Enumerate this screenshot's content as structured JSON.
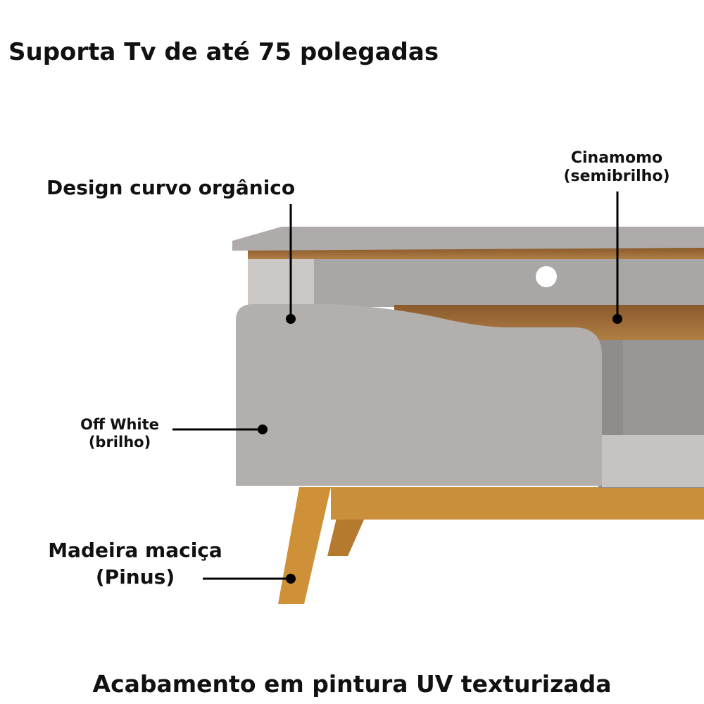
{
  "title": "Suporta Tv de até 75 polegadas",
  "labels": {
    "design": "Design curvo orgânico",
    "cinamomo_1": "Cinamomo",
    "cinamomo_2": "(semibrilho)",
    "offwhite_1": "Off White",
    "offwhite_2": "(brilho)",
    "madeira_1": "Madeira maciça",
    "madeira_2": "(Pinus)"
  },
  "footer": "Acabamento em pintura UV texturizada",
  "colors": {
    "off_white": "#b2afad",
    "cinamomo": "#a0703a",
    "pinus": "#c98f3a",
    "text": "#111111"
  }
}
